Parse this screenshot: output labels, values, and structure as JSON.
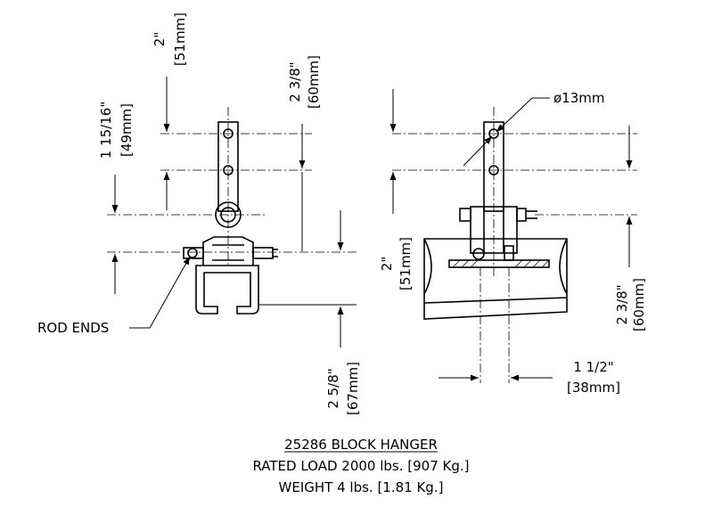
{
  "dimensions": {
    "side_top_spacing": "2\"",
    "side_top_spacing_mm": "[51mm]",
    "side_upper_offset": "1 15/16\"",
    "side_upper_offset_mm": "[49mm]",
    "side_pin_height": "2 3/8\"",
    "side_pin_height_mm": "[60mm]",
    "side_total_height": "2 5/8\"",
    "side_total_height_mm": "[67mm]",
    "front_hole_dia": "ø13mm",
    "front_spacing": "2\"",
    "front_spacing_mm": "[51mm]",
    "front_height": "2 3/8\"",
    "front_height_mm": "[60mm]",
    "front_width": "1 1/2\"",
    "front_width_mm": "[38mm]"
  },
  "callouts": {
    "rod_ends": "ROD ENDS"
  },
  "title_block": {
    "part_name": "25286 BLOCK HANGER",
    "rated_load": "RATED LOAD 2000 lbs. [907 Kg.]",
    "weight": "WEIGHT 4 lbs. [1.81 Kg.]"
  }
}
